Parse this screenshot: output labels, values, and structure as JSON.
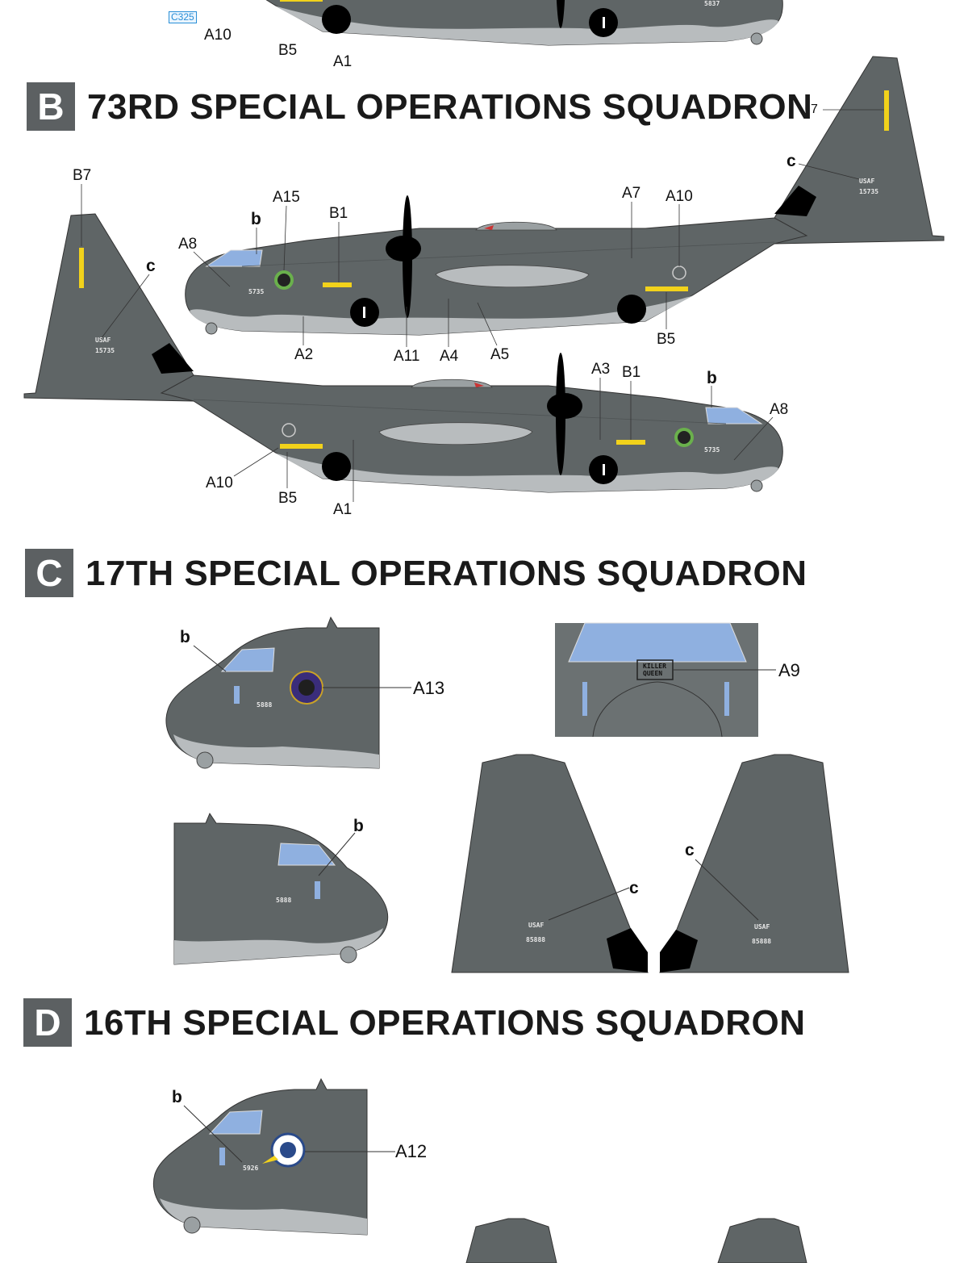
{
  "top_partial": {
    "tag": "C325",
    "labels": [
      "A10",
      "B5",
      "A1"
    ],
    "serial": "5837"
  },
  "sections": [
    {
      "letter": "B",
      "title": "73RD SPECIAL OPERATIONS SQUADRON"
    },
    {
      "letter": "C",
      "title": "17TH SPECIAL OPERATIONS SQUADRON"
    },
    {
      "letter": "D",
      "title": "16TH SPECIAL OPERATIONS SQUADRON"
    }
  ],
  "section_b": {
    "upper_labels": [
      "B7",
      "A15",
      "B1",
      "A8",
      "b",
      "c",
      "A7",
      "A10",
      "c",
      "7",
      "A2",
      "A11",
      "A4",
      "A5",
      "B5"
    ],
    "lower_labels": [
      "A3",
      "B1",
      "b",
      "A8",
      "A10",
      "B5",
      "A1"
    ],
    "serial": "5735",
    "tail_text": [
      "USAF",
      "15735"
    ]
  },
  "section_c": {
    "labels": [
      "b",
      "A13",
      "A9",
      "b",
      "c",
      "c"
    ],
    "serial": "5888",
    "nose_art": [
      "KILLER",
      "QUEEN"
    ],
    "tail_text": [
      "USAF",
      "85888"
    ]
  },
  "section_d": {
    "labels": [
      "b",
      "A12"
    ],
    "serial": "5926"
  },
  "colors": {
    "camo_dark": "#5f6566",
    "camo_light": "#b8bcbe",
    "stripe": "#f2d21b",
    "section_box": "#5c6062"
  }
}
